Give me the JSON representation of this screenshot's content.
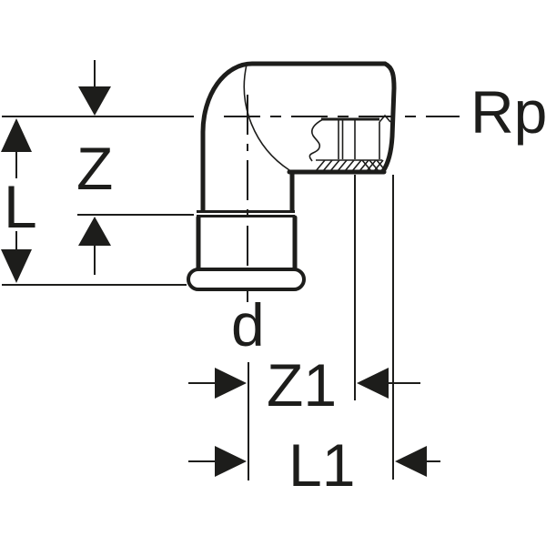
{
  "drawing": {
    "type": "technical-dimension-drawing",
    "colors": {
      "line": "#1d1d1b",
      "background": "#ffffff"
    },
    "labels": {
      "length_vertical": "L",
      "z_offset_vertical": "Z",
      "press_end_diameter": "d",
      "thread_designation": "Rp",
      "z_offset_horizontal": "Z1",
      "length_horizontal": "L1"
    }
  }
}
